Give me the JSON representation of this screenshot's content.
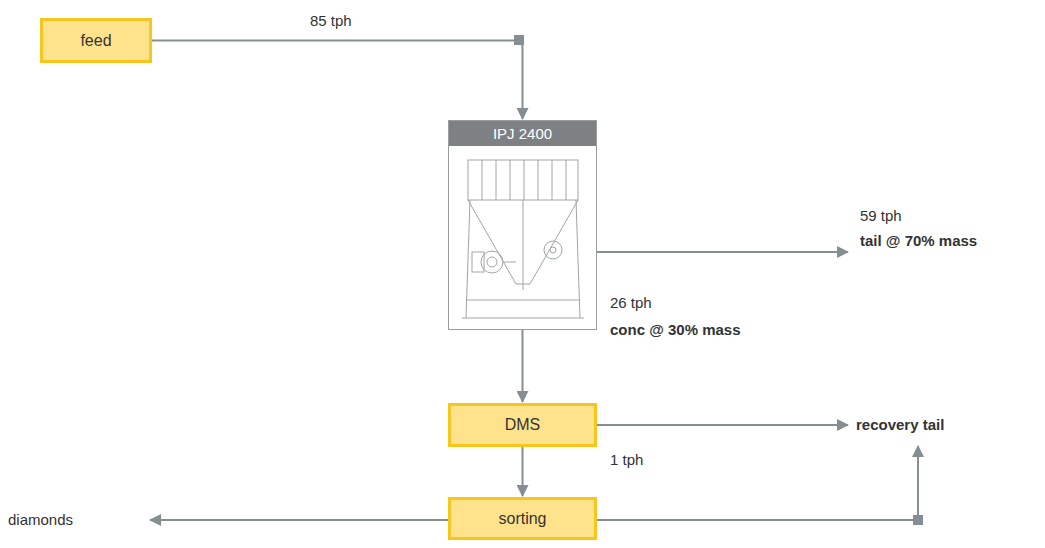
{
  "diagram": {
    "nodes": [
      {
        "text": [
          "feed"
        ]
      },
      {
        "text": [
          "IPJ 2400"
        ]
      },
      {
        "text": [
          "DMS"
        ]
      },
      {
        "text": [
          "sorting"
        ]
      }
    ],
    "edges": [
      {
        "from": 0,
        "to": 1,
        "arrow": "to",
        "label": "85 tph"
      },
      {
        "from": 1,
        "to": 2,
        "arrow": "to",
        "label": "26 tph"
      },
      {
        "from": 2,
        "to": 3,
        "arrow": "to",
        "label": "1 tph"
      }
    ],
    "labels": [
      "conc @ 30% mass",
      "59 tph",
      "tail @ 70% mass",
      "recovery tail",
      "diamonds"
    ]
  }
}
